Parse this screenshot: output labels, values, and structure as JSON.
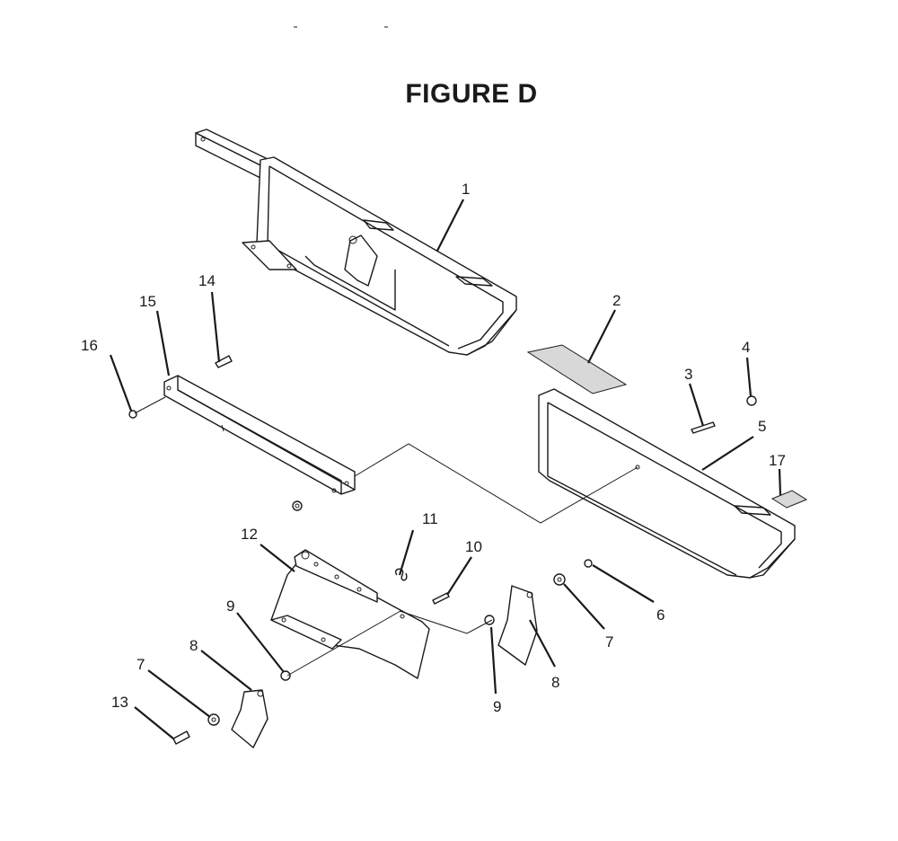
{
  "figure": {
    "title": "FIGURE D"
  },
  "callouts": [
    "1",
    "2",
    "3",
    "4",
    "5",
    "6",
    "7",
    "7",
    "8",
    "8",
    "9",
    "9",
    "10",
    "11",
    "12",
    "13",
    "14",
    "15",
    "16",
    "17"
  ]
}
